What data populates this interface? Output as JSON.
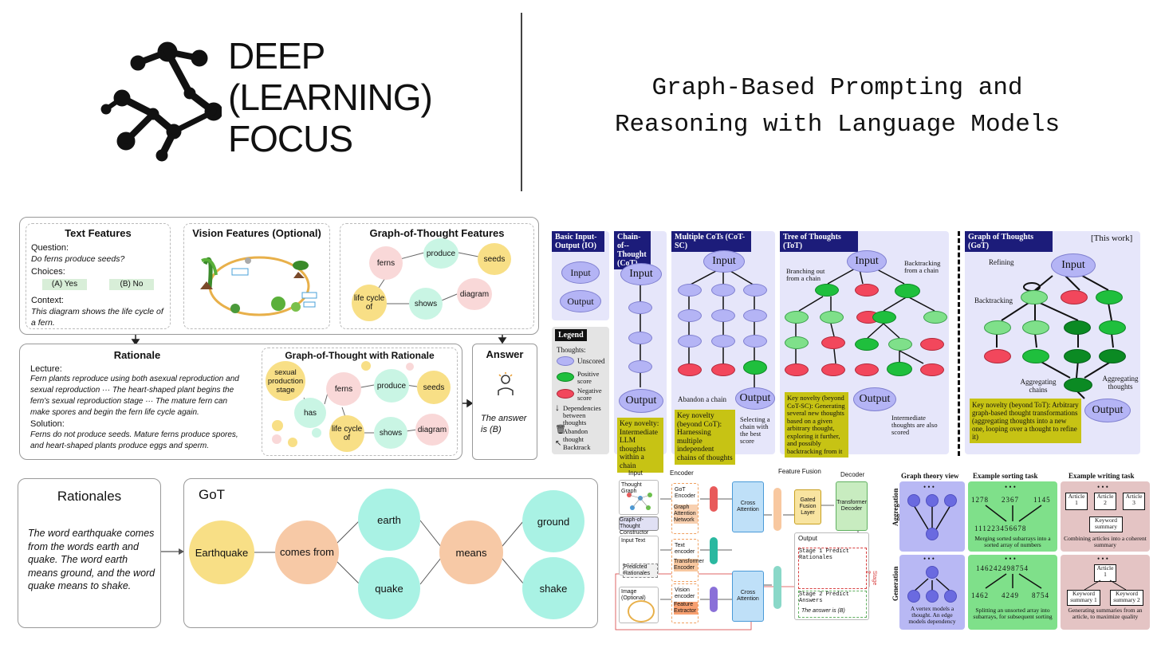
{
  "header": {
    "logo_lines": [
      "DEEP",
      "(LEARNING)",
      "FOCUS"
    ],
    "title_lines": [
      "Graph-Based Prompting and",
      "Reasoning with Language Models"
    ]
  },
  "mmcot": {
    "text_features": {
      "title": "Text Features",
      "question_label": "Question:",
      "question": "Do ferns produce seeds?",
      "choices_label": "Choices:",
      "choice_a": "(A) Yes",
      "choice_b": "(B) No",
      "context_label": "Context:",
      "context": "This diagram shows the life cycle of a fern."
    },
    "vision_features": {
      "title": "Vision Features (Optional)"
    },
    "got_features": {
      "title": "Graph-of-Thought Features",
      "nodes": [
        "ferns",
        "produce",
        "seeds",
        "life cycle of",
        "shows",
        "diagram"
      ]
    },
    "rationale": {
      "title": "Rationale",
      "lecture_label": "Lecture:",
      "lecture": "Fern plants reproduce using both asexual reproduction and sexual reproduction ··· The heart-shaped plant begins the fern's sexual reproduction stage ··· The mature fern can make spores and begin the fern life cycle again.",
      "solution_label": "Solution:",
      "solution": "Ferns do not produce seeds. Mature ferns produce spores, and heart-shaped plants produce eggs and sperm."
    },
    "got_rationale": {
      "title": "Graph-of-Thought with Rationale",
      "nodes": [
        "sexual production stage",
        "has",
        "ferns",
        "produce",
        "seeds",
        "life cycle of",
        "shows",
        "diagram"
      ]
    },
    "answer": {
      "title": "Answer",
      "text": "The answer is (B)"
    }
  },
  "got_example": {
    "rationales_title": "Rationales",
    "rationales_text": "The word earthquake comes from the words earth and quake. The word earth means ground, and the word quake means to shake.",
    "got_title": "GoT",
    "nodes": [
      "Earthquake",
      "comes from",
      "earth",
      "quake",
      "means",
      "ground",
      "shake"
    ]
  },
  "got_comparison": {
    "io_title": "Basic Input-Output (IO)",
    "cot_title": "Chain-of--Thought (CoT)",
    "cotsc_title": "Multiple CoTs (CoT-SC)",
    "tot_title": "Tree of Thoughts (ToT)",
    "got_title": "Graph of Thoughts (GoT)",
    "this_work": "[This work]",
    "input": "Input",
    "output": "Output",
    "legend": {
      "title": "Legend",
      "thoughts": "Thoughts:",
      "unscored": "Unscored",
      "positive": "Positive score",
      "negative": "Negative score",
      "dependencies": "Dependencies between thoughts",
      "abandon": "Abandon thought",
      "backtrack": "Backtrack"
    },
    "notes": {
      "cot_novelty": "Key novelty: Intermediate LLM thoughts within a chain",
      "cotsc_novelty": "Key novelty (beyond CoT): Harnessing multiple independent chains of thoughts",
      "abandon_chain": "Abandon a chain",
      "selecting": "Selecting a chain with the best score",
      "branching": "Branching out from a chain",
      "backtracking_chain": "Backtracking from a chain",
      "tot_novelty": "Key novelty (beyond CoT-SC): Generating several new thoughts based on a given arbitrary thought, exploring it further, and possibly backtracking from it",
      "intermediate_scored": "Intermediate thoughts are also scored",
      "refining": "Refining",
      "backtracking": "Backtracking",
      "aggregating_chains": "Aggregating chains",
      "aggregating_thoughts": "Aggregating thoughts",
      "got_novelty": "Key novelty (beyond ToT): Arbitrary graph-based thought transformations (aggregating thoughts into a new one, looping over a thought to refine it)"
    }
  },
  "architecture": {
    "stages": [
      "Input",
      "Encoder",
      "Feature Fusion",
      "Decoder"
    ],
    "thought_graph": "Thought Graph",
    "got_constructor": "Graph-of-Thought Constructor",
    "input_text": "Input Text",
    "predicted_rationales": "Predicted Rationales",
    "image_optional": "Image (Optional)",
    "got_encoder": "GoT Encoder",
    "gat": "Graph Attention Network",
    "text_encoder": "Text encoder",
    "transformer_encoder": "Transformer Encoder",
    "vision_encoder": "Vision encoder",
    "feature_extractor": "Feature Extractor",
    "cross_attention": "Cross Attention",
    "gated_fusion": "Gated Fusion Layer",
    "transformer_decoder": "Transformer Decoder",
    "output": "Output",
    "stage1": "Stage 1 Predict Rationales",
    "stage2": "Stage 2 Predict Answers",
    "answer_b": "The answer is (B)",
    "side_label": "Stage 2"
  },
  "graph_theory": {
    "col_titles": [
      "Graph theory view",
      "Example sorting task",
      "Example writing task"
    ],
    "row_titles": [
      "Aggregation",
      "Generation"
    ],
    "agg_sort_top": [
      "1278",
      "2367",
      "1145"
    ],
    "agg_sort_result": "111223456678",
    "agg_sort_caption": "Merging sorted subarrays into a sorted array of numbers",
    "agg_write_articles": [
      "Article 1",
      "Article 2",
      "Article 3"
    ],
    "agg_write_summary": "Keyword summary",
    "agg_write_caption": "Combining articles into a coherent summary",
    "gen_graph_caption": "A vertex models a thought. An edge models dependency",
    "gen_sort_top": "146242498754",
    "gen_sort_parts": [
      "1462",
      "4249",
      "8754"
    ],
    "gen_sort_caption": "Splitting an unsorted array into subarrays, for subsequent sorting",
    "gen_write_article": "Article 1",
    "gen_write_summaries": [
      "Keyword summary 1",
      "Keyword summary 2"
    ],
    "gen_write_caption": "Generating summaries from an article, to maximize quality",
    "dots": "• • •"
  }
}
